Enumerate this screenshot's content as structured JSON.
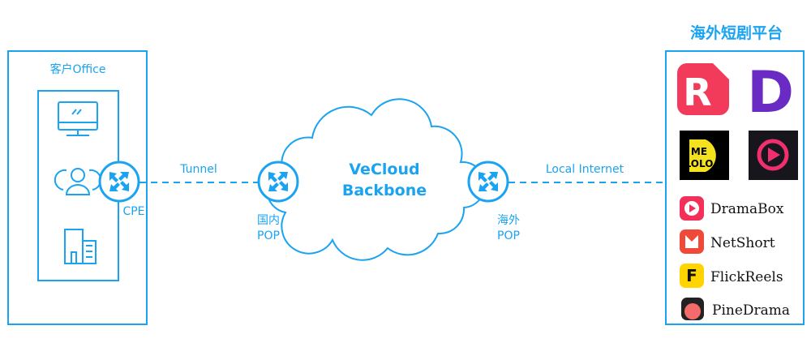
{
  "colors": {
    "accent": "#1aa3f0"
  },
  "office": {
    "title": "客户Office",
    "icons": [
      "monitor-icon",
      "users-icon",
      "building-icon"
    ]
  },
  "cpe": {
    "label": "CPE"
  },
  "tunnel": {
    "label": "Tunnel"
  },
  "domestic_pop": {
    "line1": "国内",
    "line2": "POP"
  },
  "backbone": {
    "line1": "VeCloud",
    "line2": "Backbone"
  },
  "overseas_pop": {
    "line1": "海外",
    "line2": "POP"
  },
  "local_internet": {
    "label": "Local Internet"
  },
  "platforms": {
    "title": "海外短剧平台",
    "logos": [
      "ReelShort",
      "DramaWave",
      "MeloLo",
      "ShortMax"
    ],
    "apps": [
      {
        "name": "DramaBox"
      },
      {
        "name": "NetShort"
      },
      {
        "name": "FlickReels"
      },
      {
        "name": "PineDrama"
      }
    ]
  }
}
